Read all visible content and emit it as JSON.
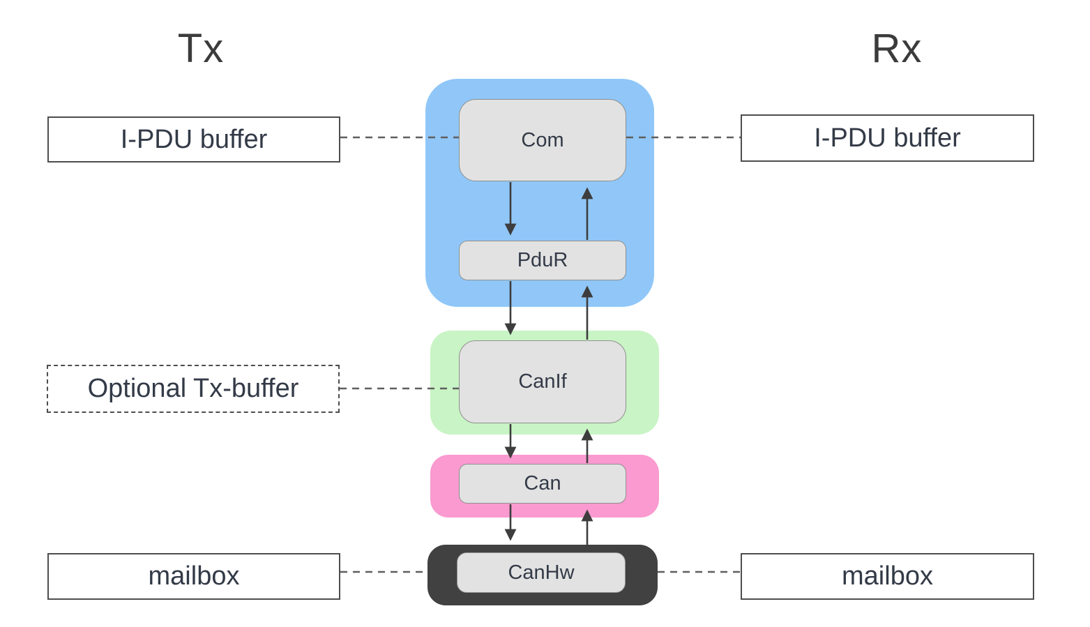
{
  "diagram": {
    "columns": {
      "tx_label": "Tx",
      "rx_label": "Rx"
    },
    "nodes": {
      "com": "Com",
      "pdur": "PduR",
      "canif": "CanIf",
      "can": "Can",
      "canhw": "CanHw"
    },
    "side_labels": {
      "left_ipdu_buffer": "I-PDU buffer",
      "left_optional_tx_buffer": "Optional Tx-buffer",
      "left_mailbox": "mailbox",
      "right_ipdu_buffer": "I-PDU buffer",
      "right_mailbox": "mailbox"
    },
    "groups": [
      {
        "id": "com-pdur-group",
        "contains": [
          "Com",
          "PduR"
        ]
      },
      {
        "id": "canif-group",
        "contains": [
          "CanIf"
        ]
      },
      {
        "id": "can-group",
        "contains": [
          "Can"
        ]
      },
      {
        "id": "canhw-group",
        "contains": [
          "CanHw"
        ]
      }
    ],
    "colors": {
      "com_pdur_group": "#90c7f8",
      "canif_group": "#c9f4c5",
      "can_group": "#fa9ad0",
      "canhw_group": "#414141",
      "node_fill": "#e2e2e2",
      "node_border": "#8f8f8f",
      "text": "#333a47",
      "arrow": "#3d3d3d",
      "dashed_line": "#5f5f5f"
    }
  }
}
